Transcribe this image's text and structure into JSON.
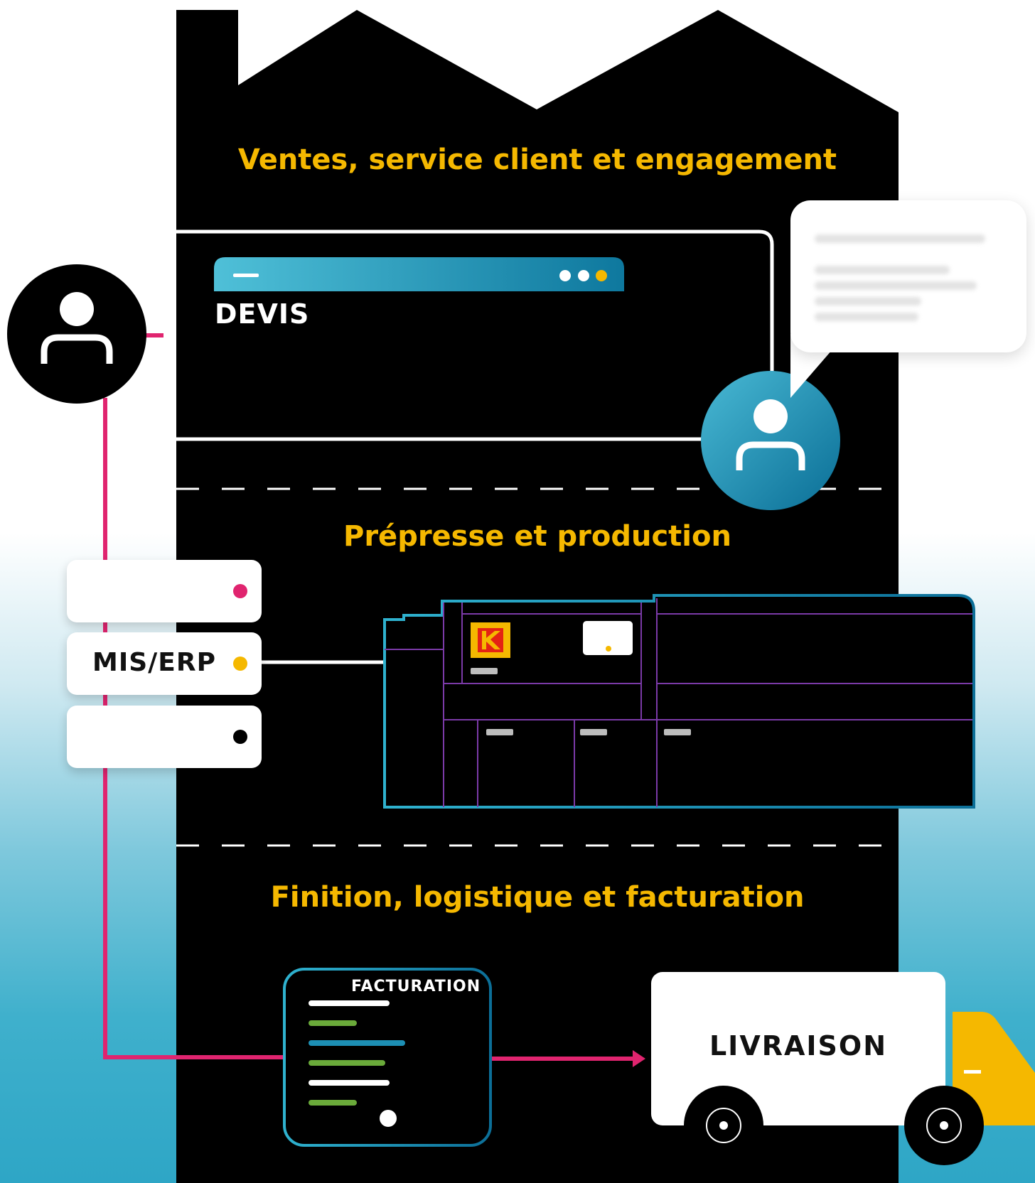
{
  "sections": {
    "sales": "Ventes, service client et engagement",
    "prepress": "Prépresse et production",
    "finishing": "Finition, logistique et facturation"
  },
  "quote_window": {
    "label": "DEVIS"
  },
  "mis": {
    "label": "MIS/ERP"
  },
  "invoice": {
    "label": "FACTURATION"
  },
  "delivery": {
    "label": "LIVRAISON"
  },
  "colors": {
    "accent_yellow": "#f5b800",
    "magenta": "#e0246f",
    "teal": "#1d8fb4",
    "green": "#6aaa3a",
    "factory": "#000000"
  }
}
